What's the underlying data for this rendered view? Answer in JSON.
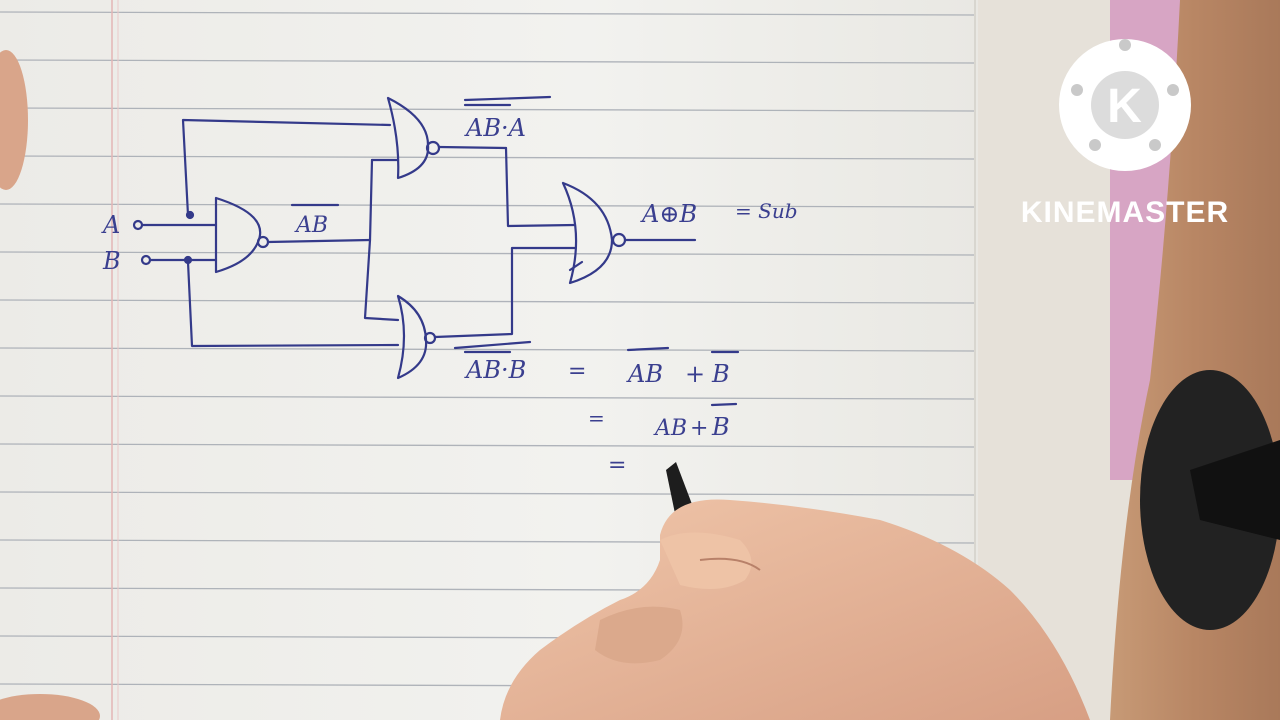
{
  "diagram": {
    "input_labels": [
      "A",
      "B"
    ],
    "gate_labels": {
      "first_nand_output": "AB",
      "top_nand_output": "AB·A",
      "bottom_nand_output": "AB·B",
      "final_output": "A⊕B",
      "final_output_suffix": "= Sub"
    }
  },
  "derivation": {
    "lines": [
      {
        "lhs": "AB·B",
        "eq": "=",
        "rhs_parts": [
          "AB",
          "+",
          "B"
        ]
      },
      {
        "eq": "=",
        "rhs_parts": [
          "AB",
          "+",
          "B"
        ]
      },
      {
        "eq": "="
      }
    ]
  },
  "watermark": {
    "brand": "KINEMASTER",
    "logo_letter": "K"
  },
  "colors": {
    "paper": "#f1f1ee",
    "ink": "#343a8a",
    "rule_line": "#9aa0a8",
    "margin_line": "#e7b7b7",
    "pen_red": "#d32d2d",
    "skin": "#e7b69a",
    "fabric_pink": "#d08ab4"
  }
}
